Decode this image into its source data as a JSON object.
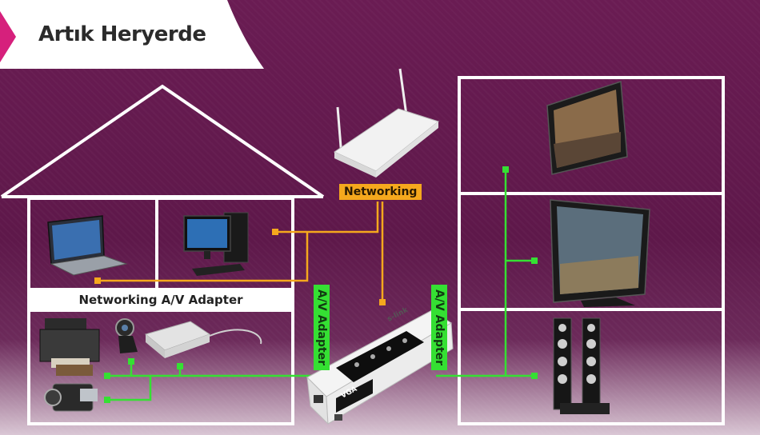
{
  "header": {
    "title": "Artık Heryerde"
  },
  "labels": {
    "networking": "Networking",
    "networking_av_adapter": "Networking A/V Adapter",
    "av_adapter_left": "A/V Adapter",
    "av_adapter_right": "A/V Adapter"
  },
  "colors": {
    "background": "#651a4f",
    "accent": "#d6207c",
    "networking_line": "#f5a81d",
    "av_line": "#35e033",
    "outline": "#ffffff"
  },
  "devices": {
    "home": [
      "laptop-icon",
      "desktop-pc-icon",
      "printer-icon",
      "webcam-icon",
      "external-drive-icon",
      "camcorder-icon"
    ],
    "network": [
      "wifi-router-icon",
      "av-adapter-device-icon"
    ],
    "room": [
      "tablet-icon",
      "tv-icon",
      "speakers-icon"
    ]
  },
  "device_text": {
    "adapter_brand": "s-link",
    "adapter_badge": "VGA"
  }
}
